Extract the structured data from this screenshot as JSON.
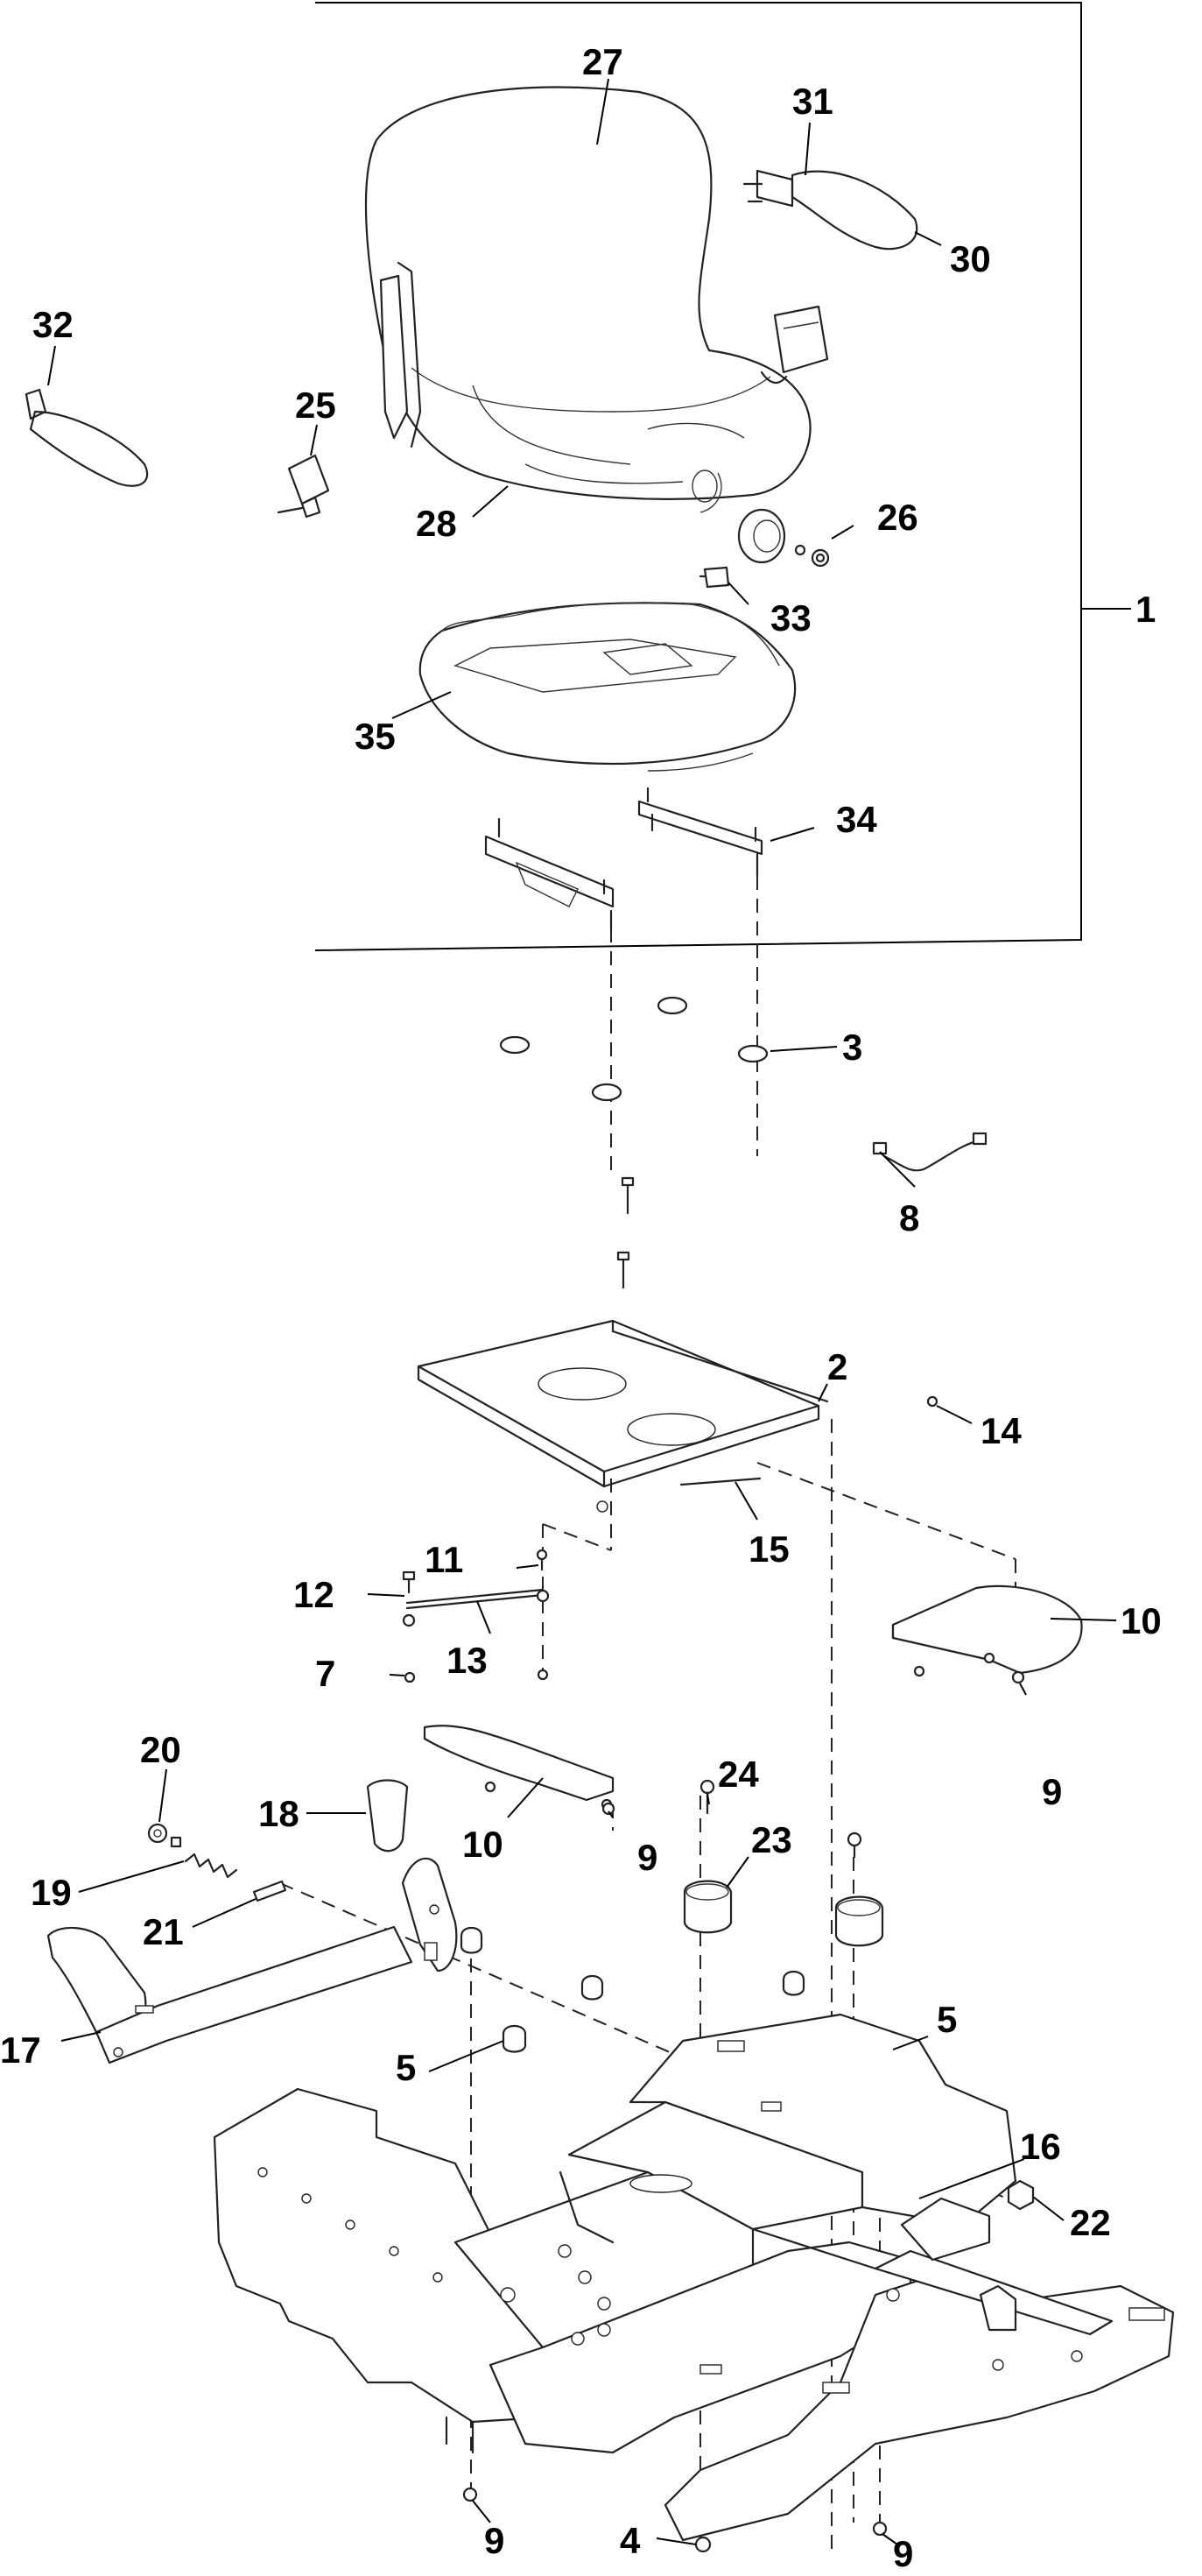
{
  "callouts": {
    "c1": "1",
    "c2": "2",
    "c3": "3",
    "c4": "4",
    "c5a": "5",
    "c5b": "5",
    "c7": "7",
    "c8": "8",
    "c9a": "9",
    "c9b": "9",
    "c9c": "9",
    "c9d": "9",
    "c10a": "10",
    "c10b": "10",
    "c11": "11",
    "c12": "12",
    "c13": "13",
    "c14": "14",
    "c15": "15",
    "c16": "16",
    "c17": "17",
    "c18": "18",
    "c19": "19",
    "c20": "20",
    "c21": "21",
    "c22": "22",
    "c23": "23",
    "c24": "24",
    "c25": "25",
    "c26": "26",
    "c27": "27",
    "c28": "28",
    "c30": "30",
    "c31": "31",
    "c32": "32",
    "c33": "33",
    "c34": "34",
    "c35": "35"
  }
}
